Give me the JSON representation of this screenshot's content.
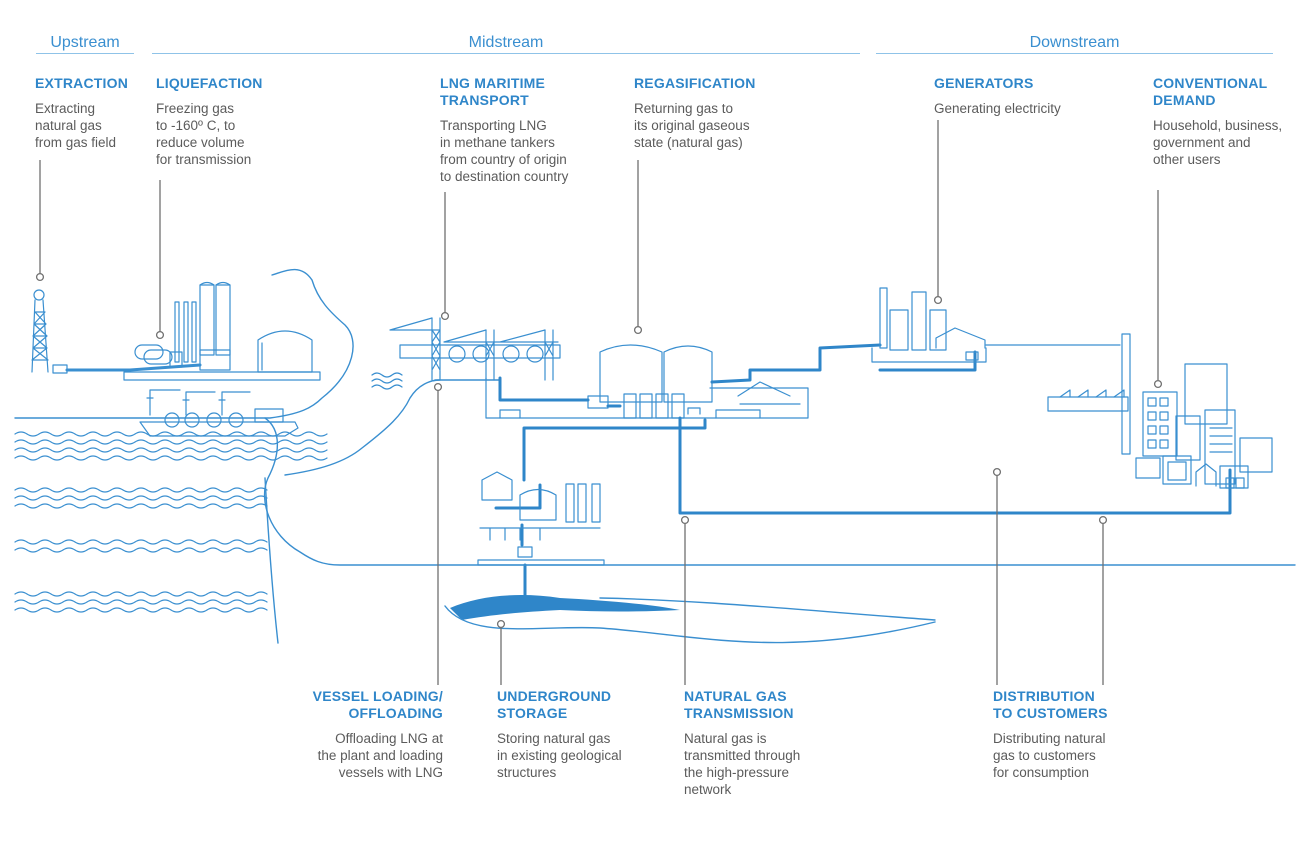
{
  "stages": {
    "upstream": "Upstream",
    "midstream": "Midstream",
    "downstream": "Downstream"
  },
  "steps": {
    "extraction": {
      "title": "EXTRACTION",
      "desc": "Extracting\nnatural gas\nfrom gas field"
    },
    "liquefaction": {
      "title": "LIQUEFACTION",
      "desc": "Freezing gas\nto -160º C, to\nreduce volume\nfor transmission"
    },
    "lng_transport": {
      "title": "LNG MARITIME\nTRANSPORT",
      "desc": "Transporting LNG\nin methane tankers\nfrom country of origin\nto destination country"
    },
    "regasification": {
      "title": "REGASIFICATION",
      "desc": "Returning gas to\nits original gaseous\nstate (natural gas)"
    },
    "generators": {
      "title": "GENERATORS",
      "desc": "Generating electricity"
    },
    "conventional_demand": {
      "title": "CONVENTIONAL\nDEMAND",
      "desc": "Household, business,\ngovernment and\nother users"
    },
    "vessel_loading": {
      "title": "VESSEL LOADING/\nOFFLOADING",
      "desc": "Offloading LNG at\nthe plant and loading\nvessels with LNG"
    },
    "underground_storage": {
      "title": "UNDERGROUND\nSTORAGE",
      "desc": "Storing natural gas\nin existing geological\nstructures"
    },
    "transmission": {
      "title": "NATURAL GAS\nTRANSMISSION",
      "desc": "Natural gas is\ntransmitted through\nthe high-pressure\nnetwork"
    },
    "distribution": {
      "title": "DISTRIBUTION\nTO CUSTOMERS",
      "desc": "Distributing natural\ngas to customers\nfor consumption"
    }
  },
  "colors": {
    "line": "#3a8fd0",
    "pipe": "#2f86c9",
    "leader": "#707070",
    "text": "#5b5b5b"
  }
}
